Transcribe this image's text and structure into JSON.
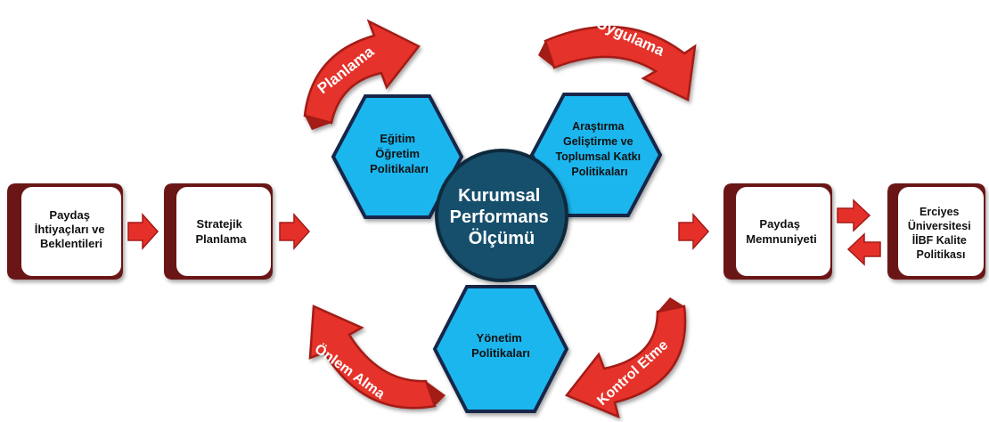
{
  "colors": {
    "frame": "#6b1414",
    "arrow": "#e5302a",
    "arrow_dark": "#a31a17",
    "hexagon": "#1fb6ee",
    "hexagon_stroke": "#18284a",
    "center": "#17506c",
    "center_text": "#ffffff",
    "text": "#111111"
  },
  "left_flow": {
    "box1": [
      "Paydaş",
      "İhtiyaçları ve",
      "Beklentileri"
    ],
    "box2": [
      "Stratejik",
      "Planlama"
    ]
  },
  "right_flow": {
    "box1": [
      "Paydaş",
      "Memnuniyeti"
    ],
    "box2": [
      "Erciyes",
      "Üniversitesi",
      "İİBF Kalite",
      "Politikası"
    ]
  },
  "center": [
    "Kurumsal",
    "Performans",
    "Ölçümü"
  ],
  "hexagons": {
    "education": [
      "Eğitim",
      "Öğretim",
      "Politikaları"
    ],
    "research": [
      "Araştırma",
      "Geliştirme ve",
      "Toplumsal Katkı",
      "Politikaları"
    ],
    "management": [
      "Yönetim",
      "Politikaları"
    ]
  },
  "cycle_arrows": {
    "planning": "Planlama",
    "implementation": "Uygulama",
    "control": "Kontrol Etme",
    "action": "Önlem Alma"
  }
}
